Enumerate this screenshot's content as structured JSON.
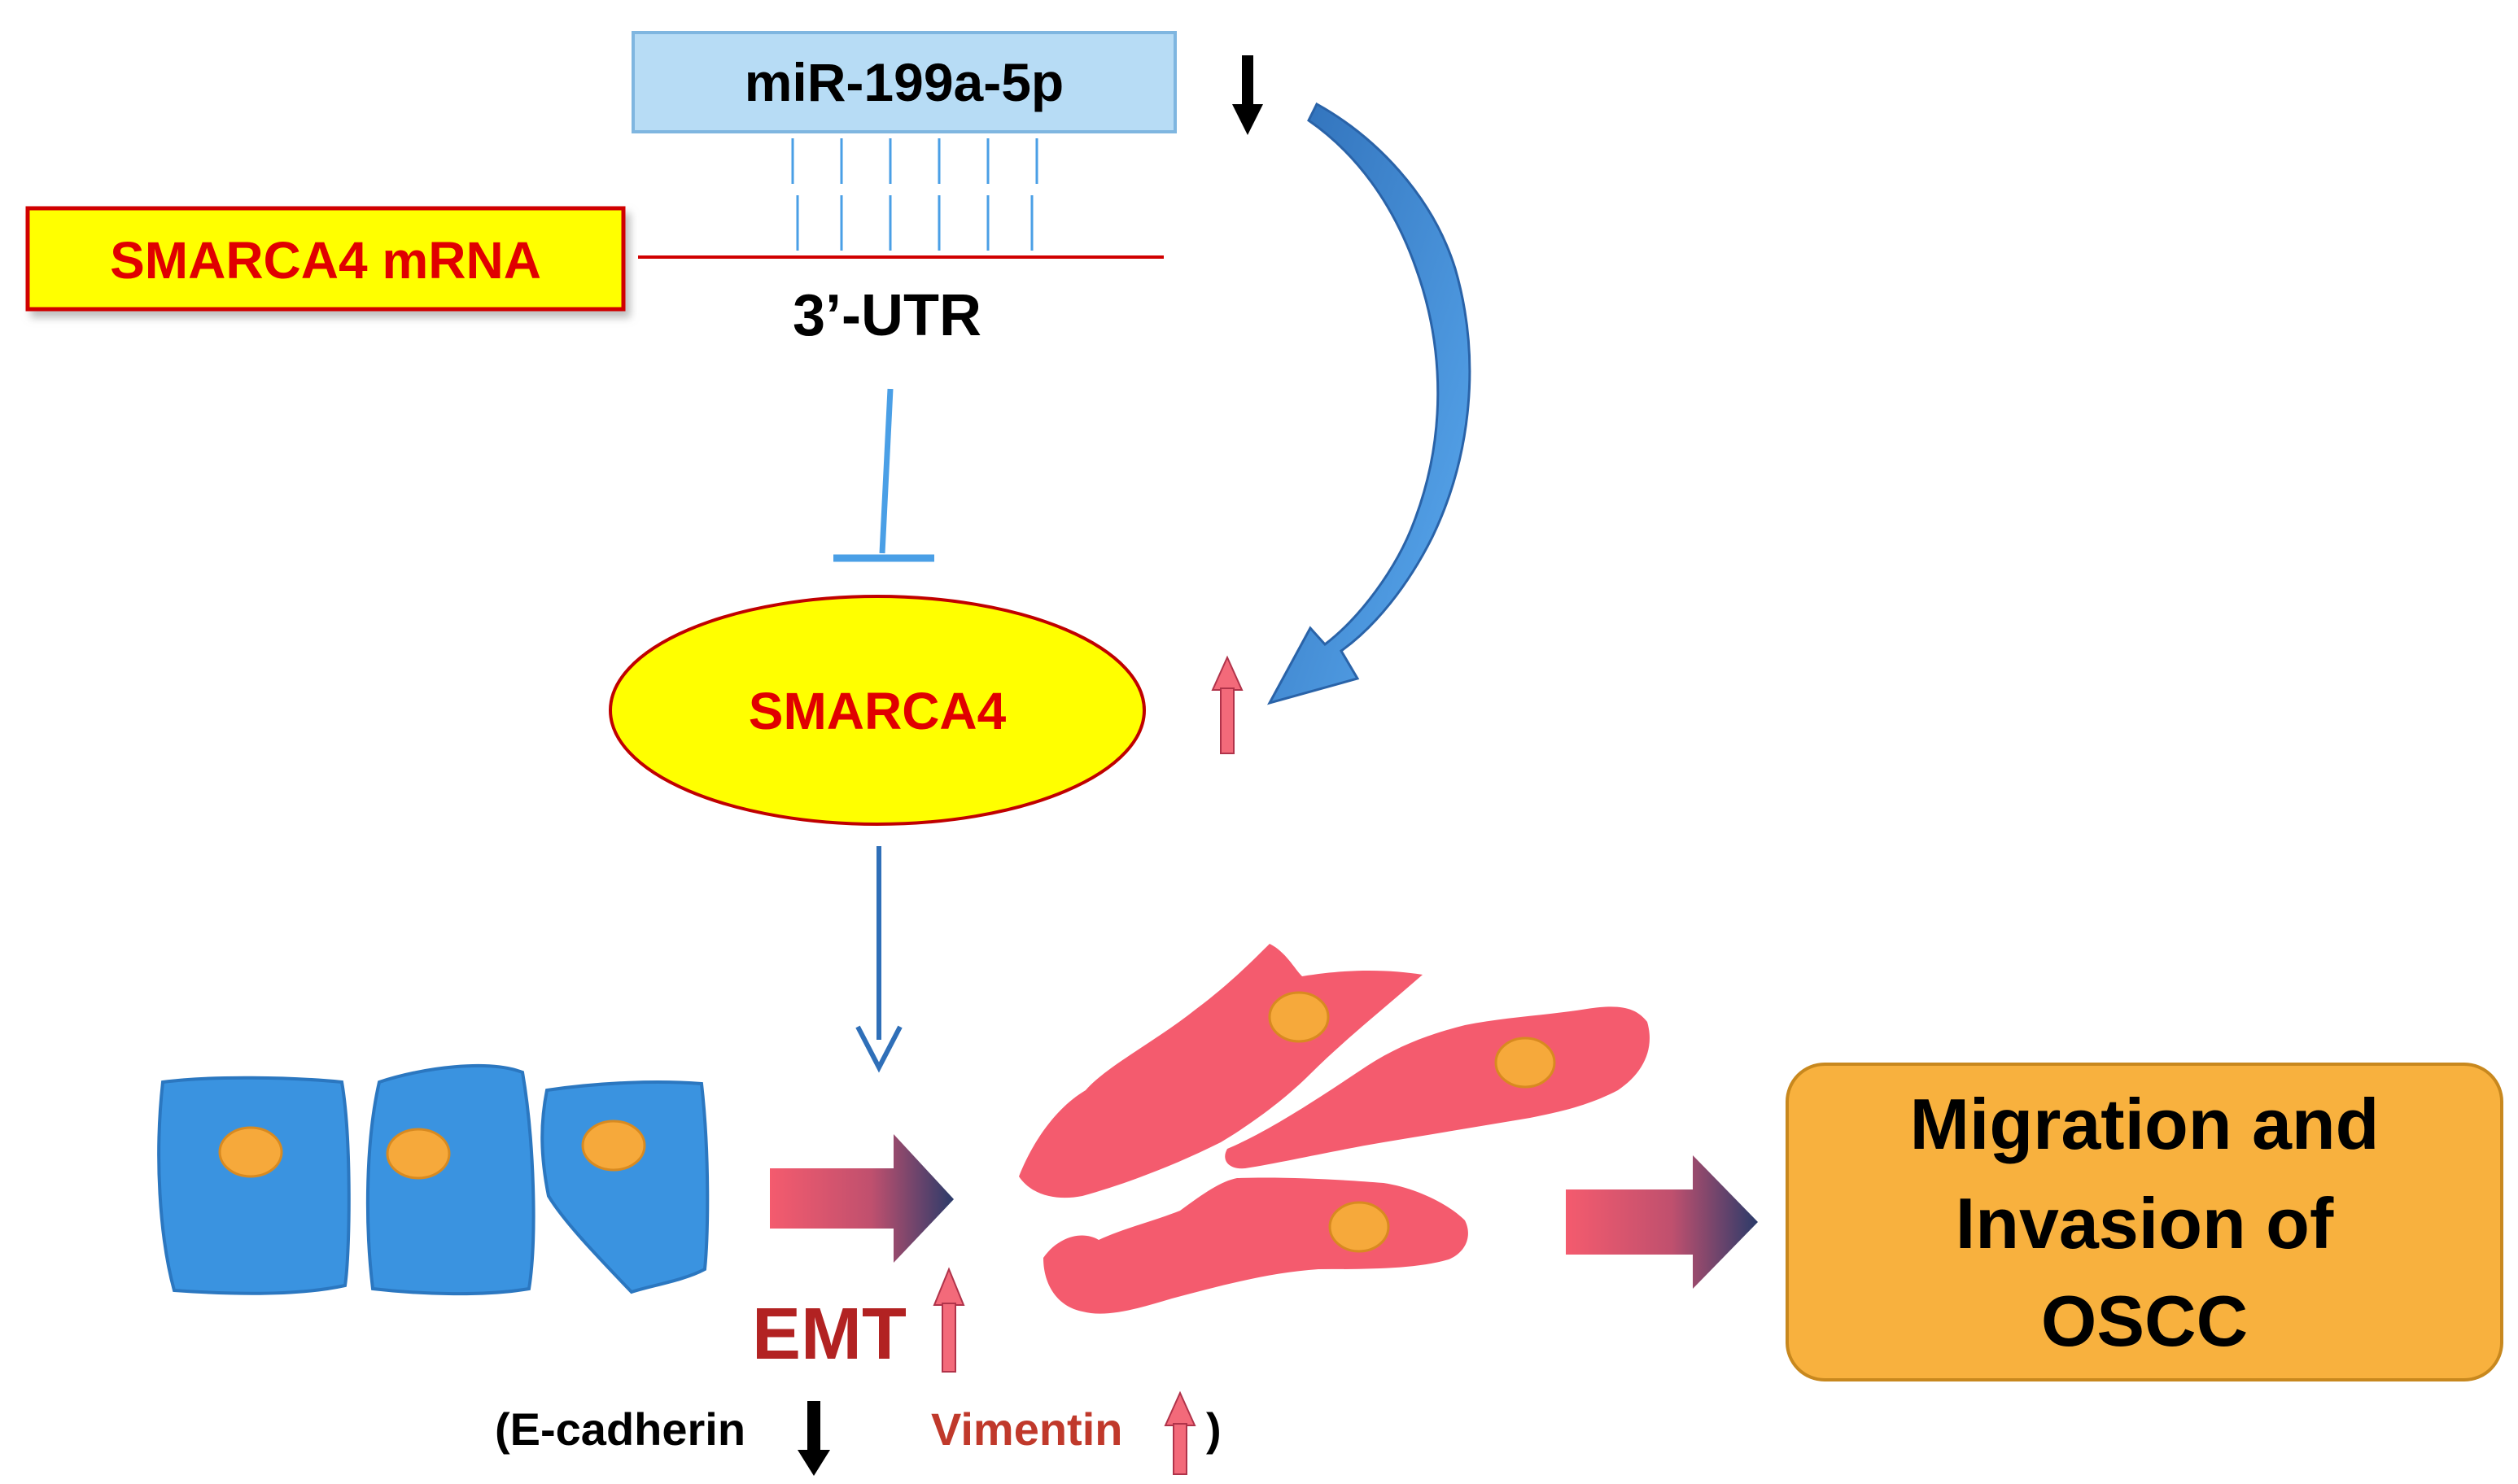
{
  "mirna": {
    "label": "miR-199a-5p",
    "fill": "#b7dcf5",
    "stroke": "#7fb6e0",
    "trend": "down"
  },
  "mrna": {
    "label": "SMARCA4 mRNA",
    "fill": "#ffff00",
    "stroke": "#d00000",
    "text_color": "#e00000"
  },
  "utr": {
    "label": "3’-UTR"
  },
  "protein": {
    "label": "SMARCA4",
    "fill": "#ffff00",
    "stroke": "#c00000",
    "text_color": "#e00000",
    "trend": "up"
  },
  "emt": {
    "label": "EMT",
    "color": "#b22222",
    "marker_open": "(E-cadherin",
    "marker_mid": "Vimentin",
    "marker_close": ")",
    "ecadherin_trend": "down",
    "vimentin_trend": "up",
    "vimentin_color": "#c0392b"
  },
  "outcome": {
    "line1": "Migration and",
    "line2": "Invasion of",
    "line3": "OSCC",
    "fill": "#f8b13e",
    "stroke": "#c8881e"
  },
  "colors": {
    "epithelial_cell": "#3a93e0",
    "mesenchymal_cell": "#f45b6e",
    "nucleus": "#f6a93b",
    "inhibition": "#4a9fe6",
    "blue_arrow": "#2f6fb8",
    "down_arrow": "#000000",
    "up_arrow": "#f36a7a"
  },
  "icons": {
    "down": "down-arrow-icon",
    "up": "up-arrow-icon",
    "curve": "curved-arrow-icon",
    "block": "inhibition-icon"
  }
}
